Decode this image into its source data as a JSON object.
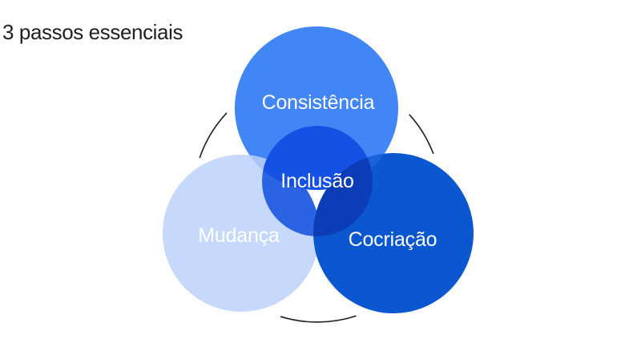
{
  "title": {
    "text": "3 passos essenciais",
    "color": "#1f1f1f"
  },
  "venn": {
    "labels": {
      "top": "Consistência",
      "left": "Mudança",
      "right": "Cocriação",
      "center": "Inclusão"
    },
    "label_color": "#ffffff",
    "colors": {
      "top": "#4285f4",
      "left": "#c6d8fb",
      "right": "#0b57d0",
      "top_left_overlap": "#aac6f8",
      "top_right_overlap": "#1a62d8",
      "center_over_top": "#1551e4",
      "center_over_left": "#2b64e2",
      "center_over_right": "#0c3db6"
    },
    "outline_color": "#1f1f1f"
  }
}
